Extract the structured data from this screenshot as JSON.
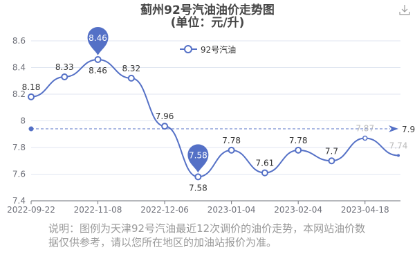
{
  "title": "蓟州92号汽油油价走势图",
  "subtitle": "(单位：元/升)",
  "note": "说明：图例为天津92号汽油最近12次调价的油价走势，本网站油价数据仅供参考，请以您所在地区的加油站报价为准。",
  "toolbox": {
    "download_icon": "download-icon"
  },
  "colors": {
    "series": "#5470c6",
    "axis": "#6e7079",
    "grid": "#e0e6f1",
    "label": "#333333",
    "faded": "#bbbbbb"
  },
  "chart_data": {
    "type": "line",
    "title": "蓟州92号汽油油价走势图",
    "legend": [
      "92号汽油"
    ],
    "legend_position": "top-center",
    "x_tick_labels": [
      "2022-09-22",
      "2022-11-08",
      "2022-12-06",
      "2023-01-04",
      "2023-02-04",
      "2023-04-18"
    ],
    "x_tick_indices": [
      0,
      2,
      4,
      6,
      8,
      10
    ],
    "y_ticks": [
      "7.4",
      "7.6",
      "7.8",
      "8",
      "8.2",
      "8.4",
      "8.6"
    ],
    "ylim": [
      7.4,
      8.6
    ],
    "grid": true,
    "series": [
      {
        "name": "92号汽油",
        "values": [
          8.18,
          8.33,
          8.46,
          8.32,
          7.96,
          7.58,
          7.78,
          7.61,
          7.78,
          7.7,
          7.87,
          7.74
        ]
      }
    ],
    "value_labels": [
      "8.18",
      "8.33",
      "8.46",
      "8.32",
      "7.96",
      "7.58",
      "7.78",
      "7.61",
      "7.78",
      "7.7",
      "7.87",
      "7.74"
    ],
    "mark_points": [
      {
        "type": "max",
        "index": 2,
        "label": "8.46"
      },
      {
        "type": "min",
        "index": 5,
        "label": "7.58"
      }
    ],
    "mark_line": {
      "type": "average",
      "value": 7.94,
      "label": "7.9"
    }
  }
}
